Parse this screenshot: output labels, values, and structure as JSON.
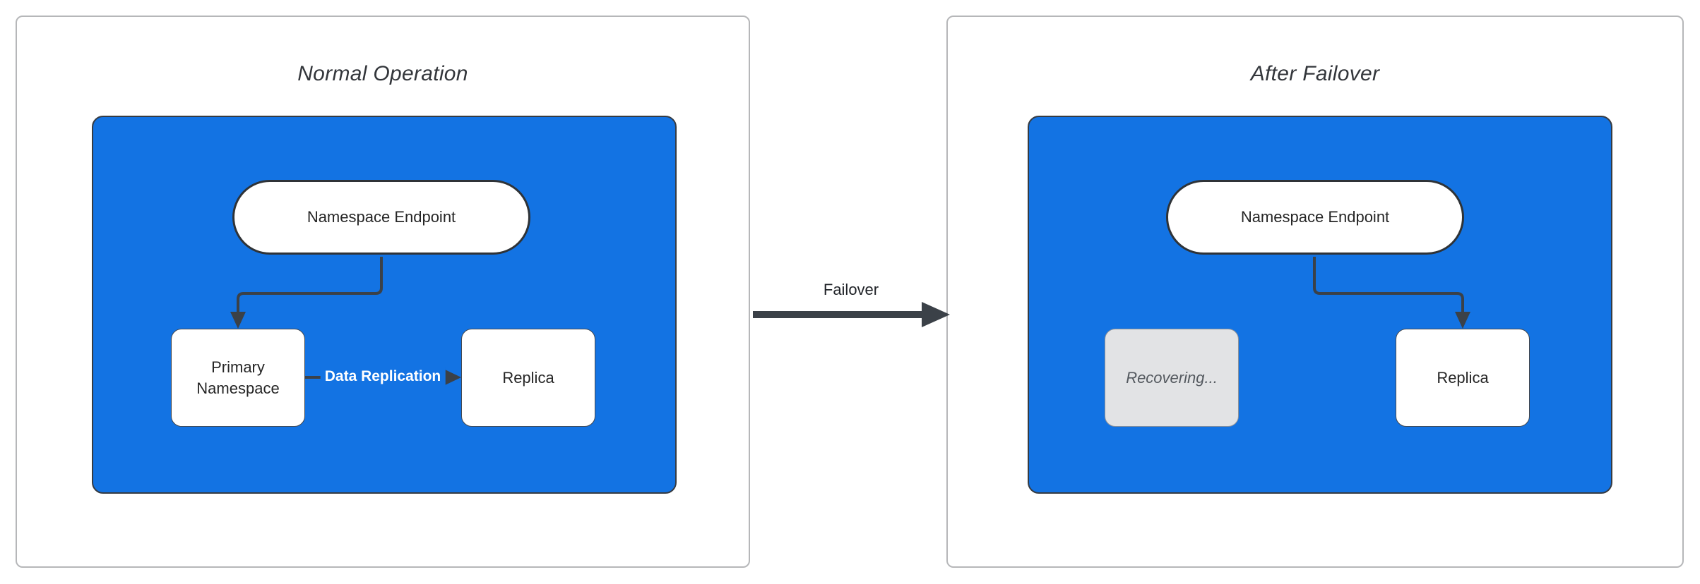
{
  "colors": {
    "container_blue": "#1373E3",
    "edge_dark": "#3B4148",
    "panel_border": "#B6B7B9",
    "node_border": "#44484E",
    "pill_border": "#2F3337",
    "disabled_fill": "#E2E3E5",
    "disabled_border": "#8E9298",
    "disabled_text": "#54595F",
    "title_text": "#33363B",
    "node_text": "#262626",
    "replication_label_text": "#FFFFFF",
    "failover_label_text": "#1E2126"
  },
  "left_panel": {
    "title": "Normal Operation",
    "endpoint_label": "Namespace Endpoint",
    "primary_label": "Primary Namespace",
    "replica_label": "Replica",
    "replication_edge_label": "Data Replication"
  },
  "transition": {
    "label": "Failover"
  },
  "right_panel": {
    "title": "After Failover",
    "endpoint_label": "Namespace Endpoint",
    "recovering_label": "Recovering...",
    "replica_label": "Replica"
  }
}
